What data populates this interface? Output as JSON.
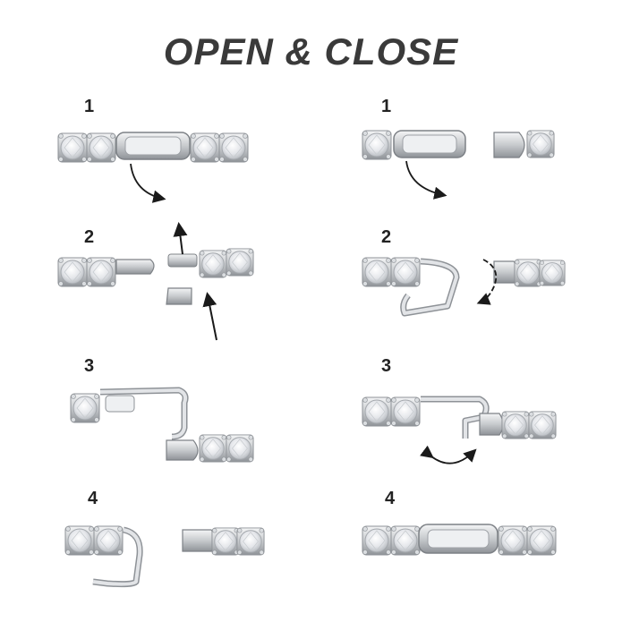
{
  "title": "OPEN & CLOSE",
  "steps": {
    "left": [
      "1",
      "2",
      "3",
      "4"
    ],
    "right": [
      "1",
      "2",
      "3",
      "4"
    ]
  },
  "colors": {
    "metal": "#cfd2d6",
    "metal_dark": "#8e9297",
    "stone": "#eef0f2",
    "arrow": "#1a1a1a"
  }
}
